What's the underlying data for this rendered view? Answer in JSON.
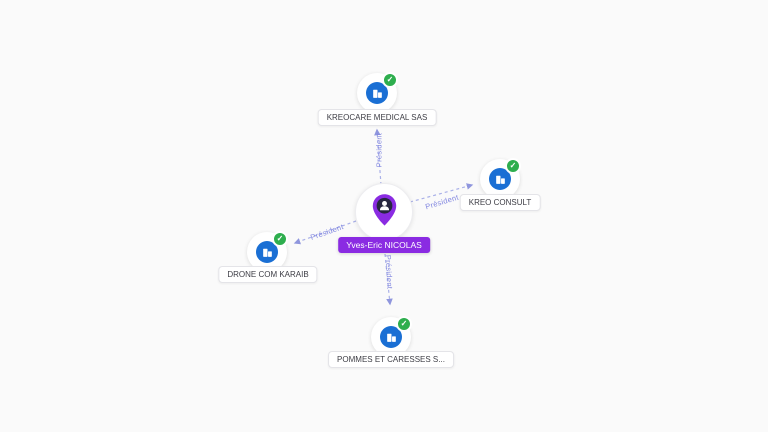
{
  "person": {
    "name": "Yves-Eric NICOLAS"
  },
  "companies": [
    {
      "name": "KREOCARE MEDICAL SAS"
    },
    {
      "name": "KREO CONSULT"
    },
    {
      "name": "DRONE COM KARAIB"
    },
    {
      "name": "POMMES ET CARESSES S..."
    }
  ],
  "edges": [
    {
      "label": "Président"
    },
    {
      "label": "Président"
    },
    {
      "label": "Président"
    },
    {
      "label": "Président"
    }
  ],
  "icons": {
    "check": "✓"
  },
  "colors": {
    "background": "#fafafa",
    "accent_purple": "#8a2be2",
    "icon_blue": "#1a6fd4",
    "check_green": "#2eae4e",
    "edge": "#a9b0e8"
  }
}
